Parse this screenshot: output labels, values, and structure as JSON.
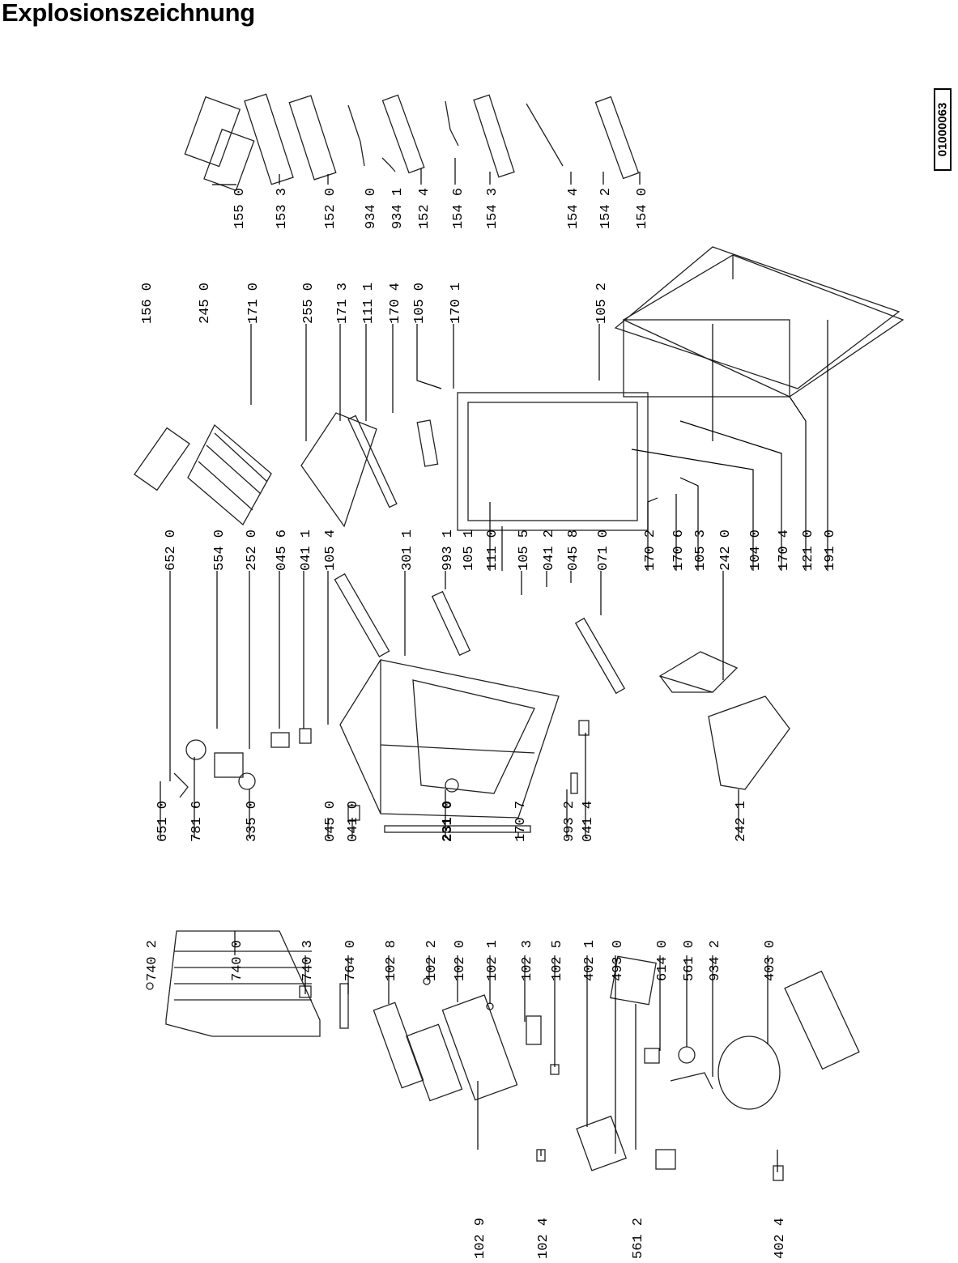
{
  "page": {
    "title": "Explosionszeichnung",
    "document_number": "01000063"
  },
  "parts": [
    {
      "label": "155 0"
    },
    {
      "label": "153 3"
    },
    {
      "label": "152 0"
    },
    {
      "label": "934 0"
    },
    {
      "label": "934 1"
    },
    {
      "label": "152 4"
    },
    {
      "label": "154 6"
    },
    {
      "label": "154 3"
    },
    {
      "label": "154 4"
    },
    {
      "label": "154 2"
    },
    {
      "label": "154 0"
    },
    {
      "label": "156 0"
    },
    {
      "label": "245 0"
    },
    {
      "label": "171 0"
    },
    {
      "label": "255 0"
    },
    {
      "label": "171 3"
    },
    {
      "label": "111 1"
    },
    {
      "label": "170 4"
    },
    {
      "label": "105 0"
    },
    {
      "label": "170 1"
    },
    {
      "label": "105 2"
    },
    {
      "label": "652 0"
    },
    {
      "label": "554 0"
    },
    {
      "label": "252 0"
    },
    {
      "label": "045 6"
    },
    {
      "label": "041 1"
    },
    {
      "label": "105 4"
    },
    {
      "label": "301 1"
    },
    {
      "label": "993 1"
    },
    {
      "label": "105 1"
    },
    {
      "label": "111 0"
    },
    {
      "label": "105 5"
    },
    {
      "label": "041 2"
    },
    {
      "label": "045 8"
    },
    {
      "label": "071 0"
    },
    {
      "label": "170 2"
    },
    {
      "label": "170 6"
    },
    {
      "label": "105 3"
    },
    {
      "label": "242 0"
    },
    {
      "label": "104 0"
    },
    {
      "label": "170 4"
    },
    {
      "label": "121 0"
    },
    {
      "label": "191 0"
    },
    {
      "label": "651 0"
    },
    {
      "label": "781 6"
    },
    {
      "label": "335 0"
    },
    {
      "label": "045 0"
    },
    {
      "label": "041 0"
    },
    {
      "label": "231 0"
    },
    {
      "label": "170 7"
    },
    {
      "label": "993 2"
    },
    {
      "label": "041 4"
    },
    {
      "label": "242 1"
    },
    {
      "label": "740 2"
    },
    {
      "label": "740 0"
    },
    {
      "label": "740 3"
    },
    {
      "label": "764 0"
    },
    {
      "label": "102 8"
    },
    {
      "label": "102 2"
    },
    {
      "label": "102 0"
    },
    {
      "label": "102 1"
    },
    {
      "label": "102 3"
    },
    {
      "label": "102 5"
    },
    {
      "label": "402 1"
    },
    {
      "label": "493 0"
    },
    {
      "label": "614 0"
    },
    {
      "label": "561 0"
    },
    {
      "label": "934 2"
    },
    {
      "label": "403 0"
    },
    {
      "label": "102 9"
    },
    {
      "label": "102 4"
    },
    {
      "label": "561 2"
    },
    {
      "label": "402 4"
    }
  ]
}
